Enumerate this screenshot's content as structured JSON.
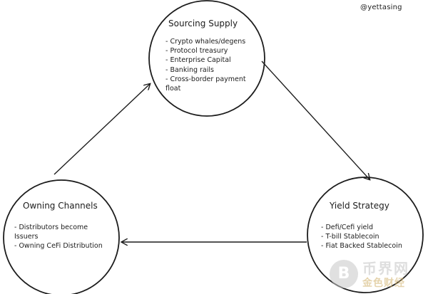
{
  "author_handle": "@yettasing",
  "nodes": {
    "sourcing_supply": {
      "title": "Sourcing Supply",
      "items": [
        "Crypto whales/degens",
        "Protocol treasury",
        "Enterprise Capital",
        "Banking rails",
        "Cross-border payment",
        "float"
      ]
    },
    "owning_channels": {
      "title": "Owning Channels",
      "items": [
        "Distributors become",
        "Issuers",
        "Owning CeFi Distribution"
      ]
    },
    "yield_strategy": {
      "title": "Yield Strategy",
      "items": [
        "Defi/Cefi yield",
        "T-bill Stablecoin",
        "Fiat Backed Stablecoin"
      ]
    }
  },
  "watermark": {
    "coin_glyph": "B",
    "brand": "币界网",
    "sub": "金色财经"
  }
}
